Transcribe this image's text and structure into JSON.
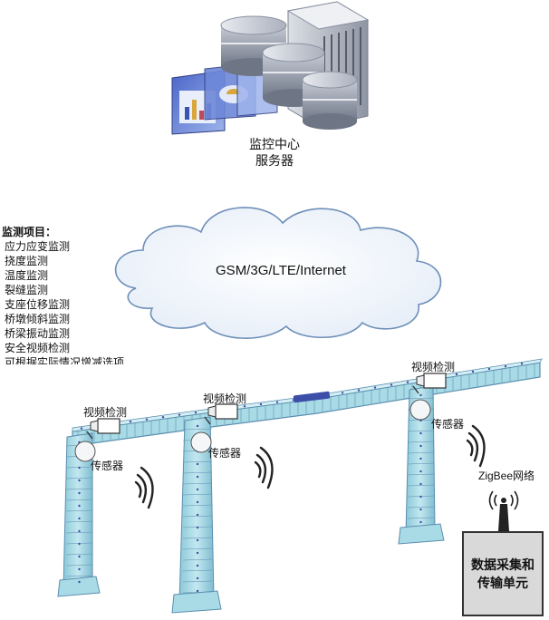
{
  "server": {
    "label_line1": "监控中心",
    "label_line2": "服务器"
  },
  "cloud": {
    "label": "GSM/3G/LTE/Internet"
  },
  "monitoring": {
    "title": "监测项目：",
    "items": [
      "应力应变监测",
      "挠度监测",
      "温度监测",
      "裂缝监测",
      "支座位移监测",
      "桥墩倾斜监测",
      "桥梁振动监测",
      "安全视频检测",
      "可根据实际情况增减选项"
    ]
  },
  "bridge": {
    "video_label": "视频检测",
    "sensor_label": "传感器"
  },
  "network": {
    "zigbee_label": "ZigBee网络"
  },
  "dau": {
    "label": "数据采集和传输单元"
  },
  "colors": {
    "bridge_fill": "#a9dbe6",
    "bridge_stroke": "#5b8fb0",
    "server_blue": "#3b4fa8"
  }
}
